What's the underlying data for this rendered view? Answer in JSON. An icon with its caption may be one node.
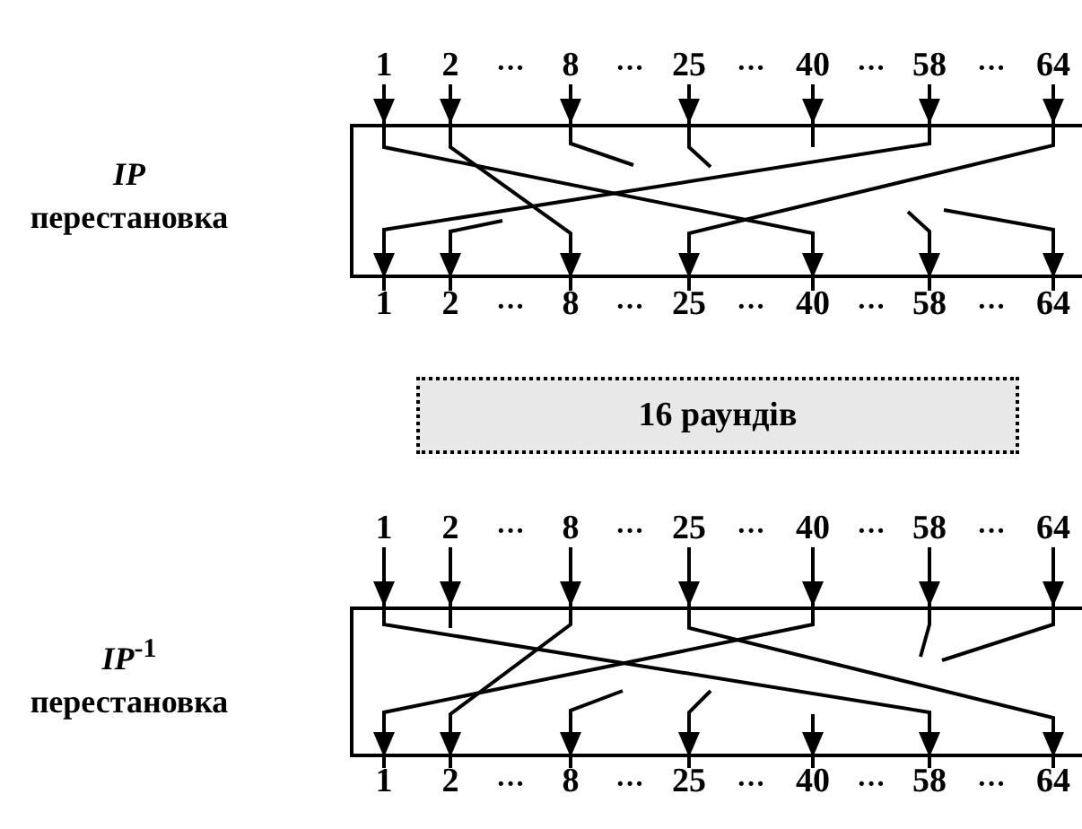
{
  "diagram": {
    "nodes": [
      {
        "text": [
          "1"
        ]
      },
      {
        "text": [
          "2"
        ]
      },
      {
        "text": [
          "8"
        ]
      },
      {
        "text": [
          "25"
        ]
      },
      {
        "text": [
          "40"
        ]
      },
      {
        "text": [
          "58"
        ]
      },
      {
        "text": [
          "64"
        ]
      },
      {
        "text": [
          "*IP* перестановка"
        ]
      },
      {
        "text": [
          "1"
        ]
      },
      {
        "text": [
          "2"
        ]
      },
      {
        "text": [
          "8"
        ]
      },
      {
        "text": [
          "25"
        ]
      },
      {
        "text": [
          "40"
        ]
      },
      {
        "text": [
          "58"
        ]
      },
      {
        "text": [
          "64"
        ]
      },
      {
        "text": [
          "16 раундів"
        ]
      },
      {
        "text": [
          "1"
        ]
      },
      {
        "text": [
          "2"
        ]
      },
      {
        "text": [
          "8"
        ]
      },
      {
        "text": [
          "25"
        ]
      },
      {
        "text": [
          "40"
        ]
      },
      {
        "text": [
          "58"
        ]
      },
      {
        "text": [
          "64"
        ]
      },
      {
        "text": [
          "*IP*$^{-1}$ перестановка"
        ]
      },
      {
        "text": [
          "1"
        ]
      },
      {
        "text": [
          "2"
        ]
      },
      {
        "text": [
          "8"
        ]
      },
      {
        "text": [
          "25"
        ]
      },
      {
        "text": [
          "40"
        ]
      },
      {
        "text": [
          "58"
        ]
      },
      {
        "text": [
          "64"
        ]
      }
    ],
    "edges": [
      {
        "from": 0,
        "to": 7,
        "arrow": "to"
      },
      {
        "from": 1,
        "to": 7,
        "arrow": "to"
      },
      {
        "from": 2,
        "to": 7,
        "arrow": "to"
      },
      {
        "from": 3,
        "to": 7,
        "arrow": "to"
      },
      {
        "from": 4,
        "to": 7,
        "arrow": "to"
      },
      {
        "from": 5,
        "to": 7,
        "arrow": "to"
      },
      {
        "from": 6,
        "to": 7,
        "arrow": "to"
      },
      {
        "from": 7,
        "to": 8,
        "arrow": "none"
      },
      {
        "from": 7,
        "to": 9,
        "arrow": "none"
      },
      {
        "from": 7,
        "to": 10,
        "arrow": "none"
      },
      {
        "from": 7,
        "to": 11,
        "arrow": "none"
      },
      {
        "from": 7,
        "to": 12,
        "arrow": "none"
      },
      {
        "from": 7,
        "to": 13,
        "arrow": "none"
      },
      {
        "from": 7,
        "to": 14,
        "arrow": "none"
      },
      {
        "from": 16,
        "to": 23,
        "arrow": "to"
      },
      {
        "from": 17,
        "to": 23,
        "arrow": "to"
      },
      {
        "from": 18,
        "to": 23,
        "arrow": "to"
      },
      {
        "from": 19,
        "to": 23,
        "arrow": "to"
      },
      {
        "from": 20,
        "to": 23,
        "arrow": "to"
      },
      {
        "from": 21,
        "to": 23,
        "arrow": "to"
      },
      {
        "from": 22,
        "to": 23,
        "arrow": "to"
      },
      {
        "from": 23,
        "to": 24,
        "arrow": "none"
      },
      {
        "from": 23,
        "to": 25,
        "arrow": "none"
      },
      {
        "from": 23,
        "to": 26,
        "arrow": "none"
      },
      {
        "from": 23,
        "to": 27,
        "arrow": "none"
      },
      {
        "from": 23,
        "to": 28,
        "arrow": "none"
      },
      {
        "from": 23,
        "to": 29,
        "arrow": "none"
      },
      {
        "from": 23,
        "to": 30,
        "arrow": "none"
      }
    ],
    "labels": [
      "···",
      "···",
      "···",
      "···",
      "···",
      "···",
      "···",
      "···",
      "···",
      "···",
      "···",
      "···",
      "···",
      "···",
      "···",
      "···",
      "···",
      "···",
      "···",
      "···"
    ]
  }
}
